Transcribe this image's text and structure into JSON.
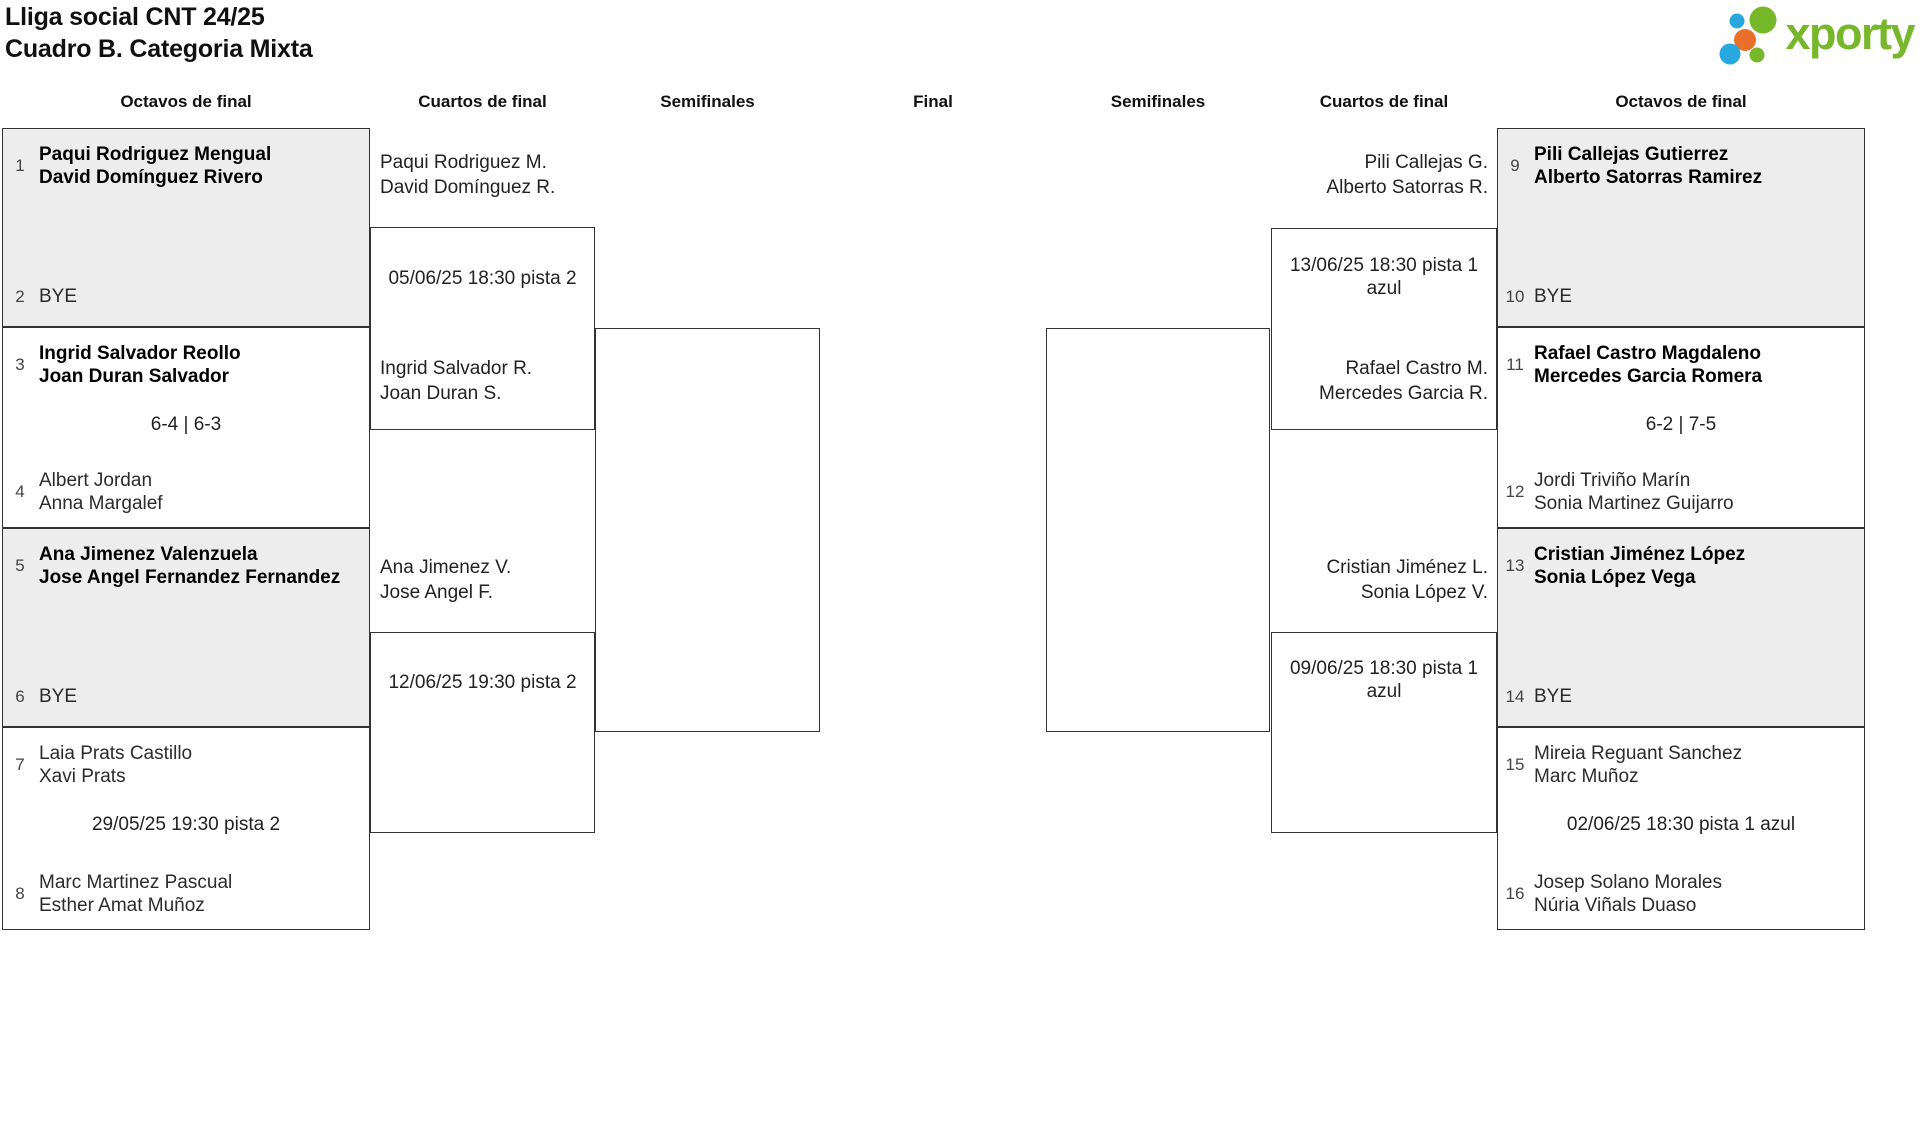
{
  "header": {
    "title1": "Lliga social CNT 24/25",
    "title2": "Cuadro B. Categoria Mixta",
    "logo_text": "xporty"
  },
  "colors": {
    "logo_green": "#76b82a",
    "logo_blue": "#29a8e0",
    "logo_orange": "#e8702a",
    "shaded_box": "#ededed",
    "border": "#333333"
  },
  "rounds": {
    "l16": "Octavos de final",
    "lqf": "Cuartos de final",
    "lsf": "Semifinales",
    "final": "Final",
    "rsf": "Semifinales",
    "rqf": "Cuartos de final",
    "r16": "Octavos de final"
  },
  "l16": {
    "m1": {
      "seed_top": "1",
      "top1": "Paqui Rodriguez Mengual",
      "top2": "David Domínguez Rivero",
      "seed_bottom": "2",
      "bottom_bye": "BYE"
    },
    "m2": {
      "seed_top": "3",
      "top1": "Ingrid Salvador Reollo",
      "top2": "Joan Duran Salvador",
      "score": "6-4 | 6-3",
      "seed_bottom": "4",
      "bottom1": "Albert Jordan",
      "bottom2": "Anna Margalef"
    },
    "m3": {
      "seed_top": "5",
      "top1": "Ana Jimenez Valenzuela",
      "top2": "Jose Angel Fernandez Fernandez",
      "seed_bottom": "6",
      "bottom_bye": "BYE"
    },
    "m4": {
      "seed_top": "7",
      "top1": "Laia Prats Castillo",
      "top2": "Xavi Prats",
      "schedule": "29/05/25 19:30 pista 2",
      "seed_bottom": "8",
      "bottom1": "Marc Martinez Pascual",
      "bottom2": "Esther Amat Muñoz"
    }
  },
  "lqf": {
    "m1": {
      "top1": "Paqui Rodriguez M.",
      "top2": "David Domínguez R.",
      "date1": "05/06/25 18:30 pista 2",
      "bottom1": "Ingrid Salvador R.",
      "bottom2": "Joan Duran S."
    },
    "m2": {
      "top1": "Ana Jimenez V.",
      "top2": "Jose Angel F.",
      "date1": "12/06/25 19:30 pista 2"
    }
  },
  "rqf": {
    "m1": {
      "top1": "Pili Callejas G.",
      "top2": "Alberto Satorras R.",
      "date1": "13/06/25 18:30 pista 1",
      "date2": "azul",
      "bottom1": "Rafael Castro M.",
      "bottom2": "Mercedes Garcia R."
    },
    "m2": {
      "top1": "Cristian Jiménez L.",
      "top2": "Sonia López V.",
      "date1": "09/06/25 18:30 pista 1",
      "date2": "azul"
    }
  },
  "r16": {
    "m1": {
      "seed_top": "9",
      "top1": "Pili Callejas Gutierrez",
      "top2": "Alberto Satorras Ramirez",
      "seed_bottom": "10",
      "bottom_bye": "BYE"
    },
    "m2": {
      "seed_top": "11",
      "top1": "Rafael Castro Magdaleno",
      "top2": "Mercedes Garcia Romera",
      "score": "6-2 | 7-5",
      "seed_bottom": "12",
      "bottom1": "Jordi Triviño Marín",
      "bottom2": "Sonia Martinez Guijarro"
    },
    "m3": {
      "seed_top": "13",
      "top1": "Cristian Jiménez López",
      "top2": "Sonia López Vega",
      "seed_bottom": "14",
      "bottom_bye": "BYE"
    },
    "m4": {
      "seed_top": "15",
      "top1": "Mireia Reguant Sanchez",
      "top2": "Marc Muñoz",
      "schedule": "02/06/25 18:30 pista 1 azul",
      "seed_bottom": "16",
      "bottom1": "Josep Solano Morales",
      "bottom2": "Núria Viñals Duaso"
    }
  }
}
